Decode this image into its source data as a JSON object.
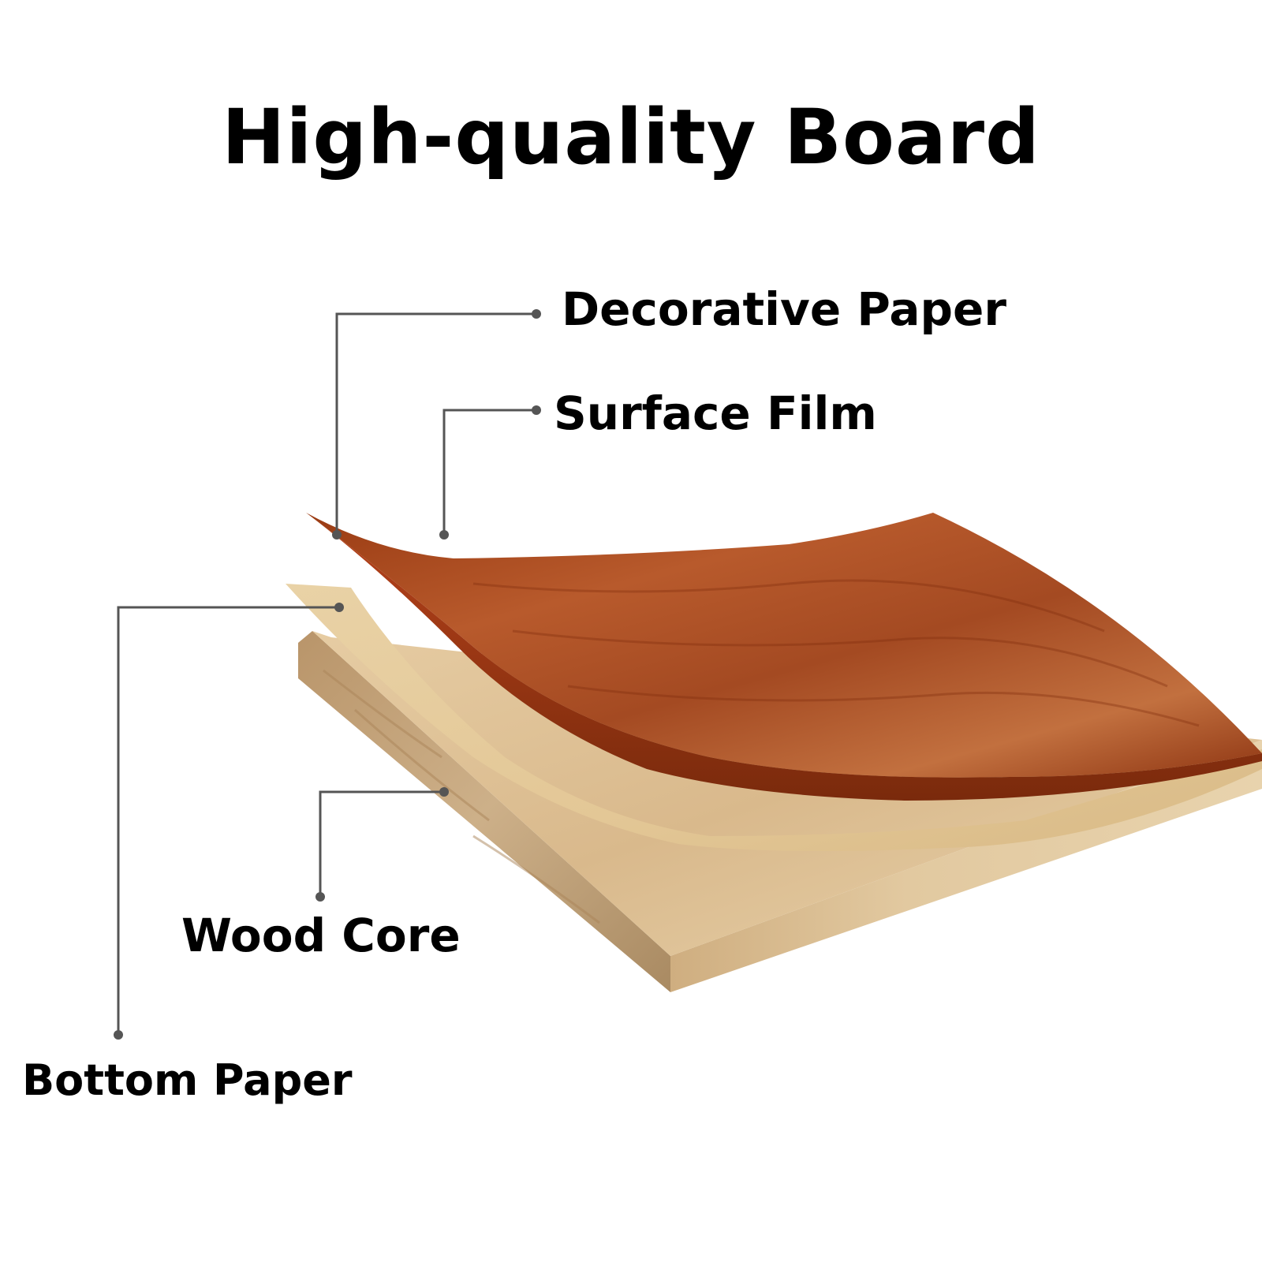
{
  "title": "High-quality Board",
  "labels": {
    "decorative_paper": "Decorative Paper",
    "surface_film": "Surface Film",
    "wood_core": "Wood Core",
    "bottom_paper": "Bottom Paper"
  },
  "colors": {
    "leader_line": "#555555",
    "decorative_paper": "#a8421a",
    "bottom_paper": "#e8cfa2",
    "wood_core": "#d6b98c"
  }
}
